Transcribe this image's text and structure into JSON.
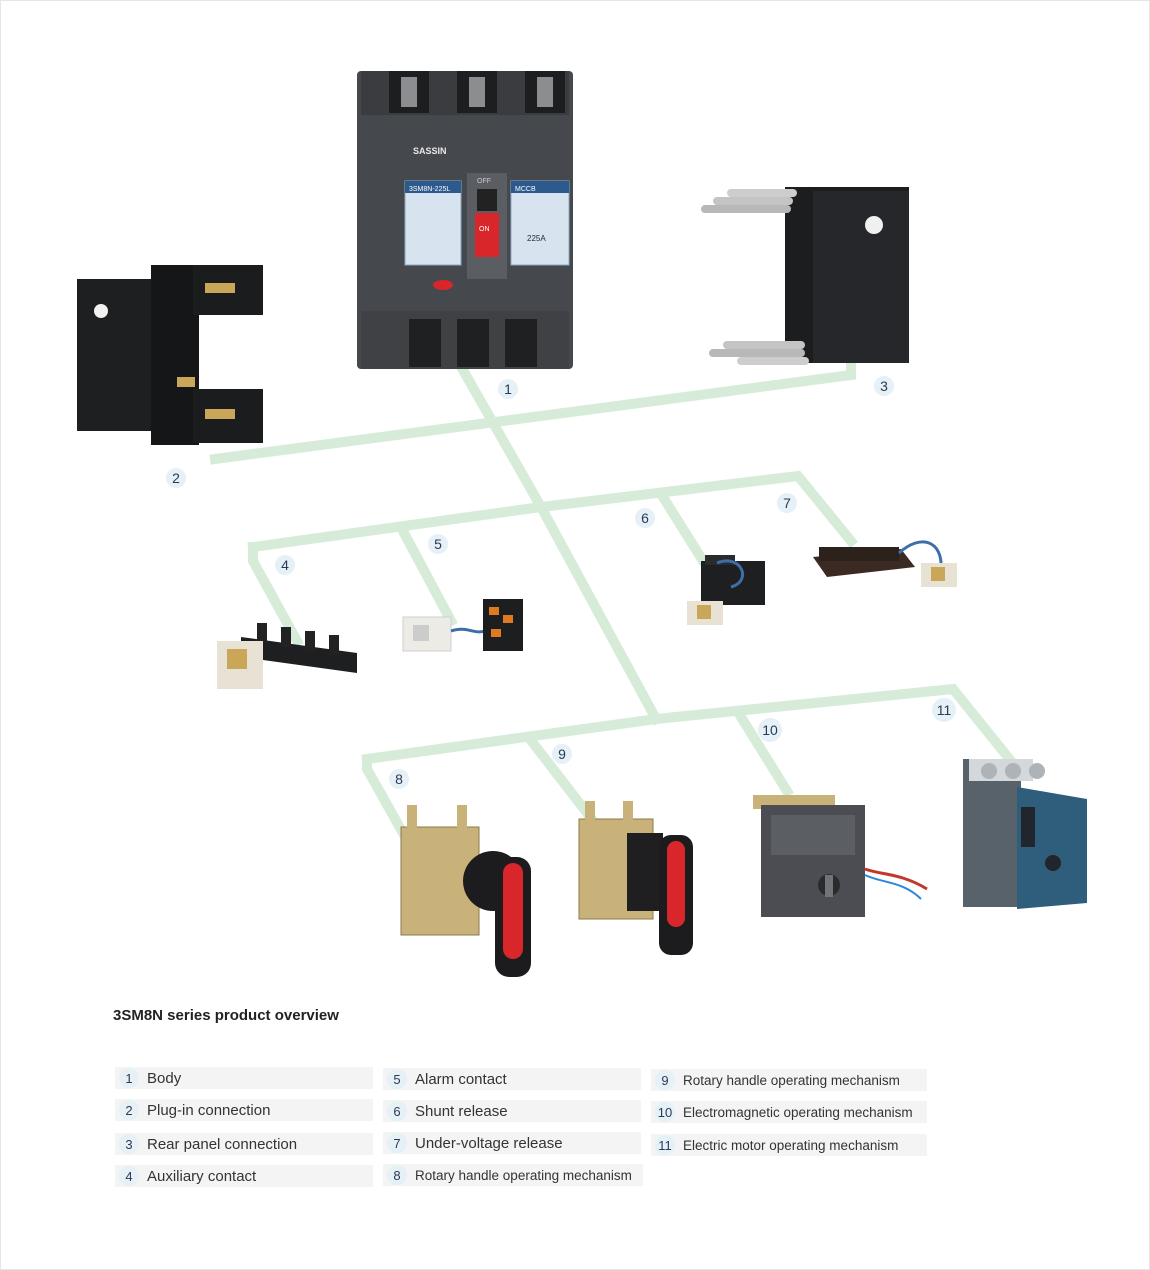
{
  "title": "3SM8N series product overview",
  "colors": {
    "connector": "#d6ecd8",
    "badge": "#e6f0f7",
    "badge_text": "#2b3a55",
    "legend_bg": "#f4f4f4",
    "breaker_body": "#4b4e54",
    "handle_red": "#d9262b",
    "panel_blue": "#2f5e7d"
  },
  "product": {
    "brand": "SASSIN",
    "model": "3SM8N-225L",
    "type": "MCCB",
    "rating": "225A",
    "on_label": "ON",
    "off_label": "OFF"
  },
  "callouts": [
    "1",
    "2",
    "3",
    "4",
    "5",
    "6",
    "7",
    "8",
    "9",
    "10",
    "11"
  ],
  "legend": [
    {
      "num": "1",
      "label": "Body"
    },
    {
      "num": "2",
      "label": "Plug-in connection"
    },
    {
      "num": "3",
      "label": "Rear panel connection"
    },
    {
      "num": "4",
      "label": "Auxiliary contact"
    },
    {
      "num": "5",
      "label": "Alarm contact"
    },
    {
      "num": "6",
      "label": "Shunt release"
    },
    {
      "num": "7",
      "label": "Under-voltage release"
    },
    {
      "num": "8",
      "label": "Rotary handle operating mechanism"
    },
    {
      "num": "9",
      "label": "Rotary handle operating mechanism"
    },
    {
      "num": "10",
      "label": "Electromagnetic operating mechanism"
    },
    {
      "num": "11",
      "label": "Electric motor operating mechanism"
    }
  ]
}
